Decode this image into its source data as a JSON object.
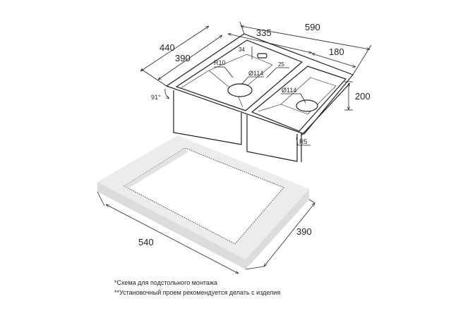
{
  "dimensions": {
    "overall_width": "590",
    "bowl_large_width": "335",
    "bowl_small_width": "180",
    "overall_depth": "440",
    "bowl_depth": "390",
    "overflow_offset": "34",
    "offset_25": "25",
    "corner_radius_top": "R10",
    "drain_large": "Ø114",
    "drain_small": "Ø114",
    "height": "200",
    "angle": "91°",
    "corner_radius_bottom": "R5",
    "cutout_width": "540",
    "cutout_depth": "390"
  },
  "notes": {
    "note1": "*Схема для подстольного монтажа",
    "note2": "**Установочный проем рекомендуется делать с изделия"
  },
  "colors": {
    "line": "#231f20",
    "countertop_fill": "#e9e9e9",
    "countertop_top": "#f3f3f3"
  }
}
